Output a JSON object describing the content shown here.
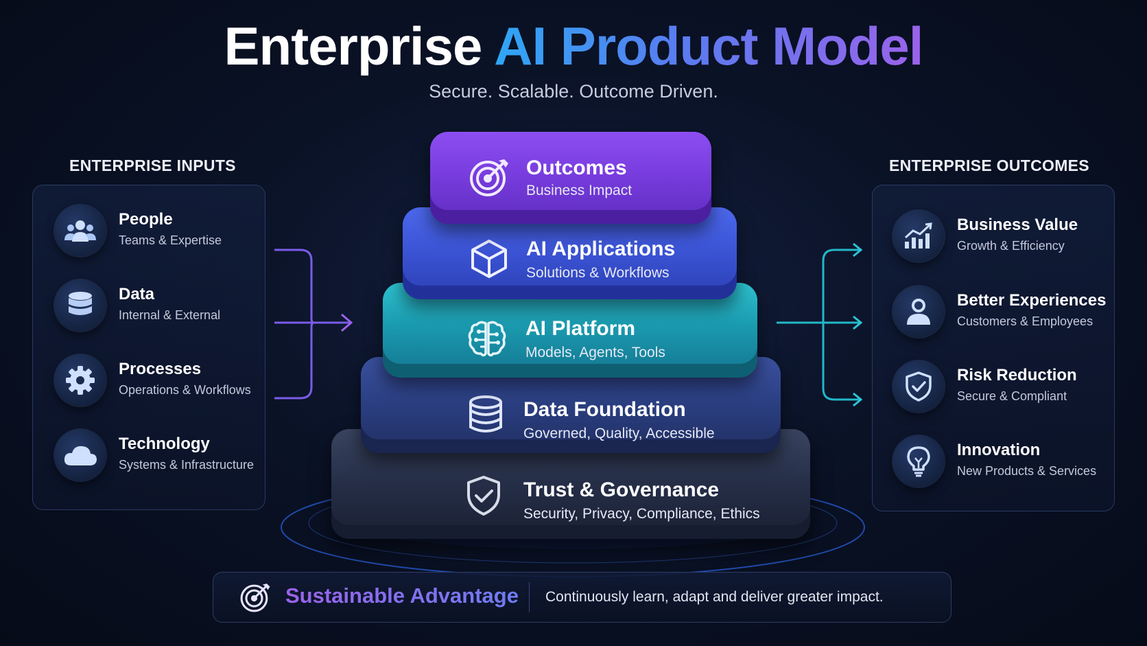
{
  "title": {
    "part1": "Enterprise",
    "part2": "AI Product Model"
  },
  "subtitle": "Secure. Scalable. Outcome Driven.",
  "inputs": {
    "heading": "ENTERPRISE INPUTS",
    "items": [
      {
        "name": "People",
        "desc": "Teams & Expertise",
        "icon": "people-icon"
      },
      {
        "name": "Data",
        "desc": "Internal & External",
        "icon": "database-icon"
      },
      {
        "name": "Processes",
        "desc": "Operations & Workflows",
        "icon": "gear-icon"
      },
      {
        "name": "Technology",
        "desc": "Systems & Infrastructure",
        "icon": "cloud-icon"
      }
    ]
  },
  "outcomes": {
    "heading": "ENTERPRISE OUTCOMES",
    "items": [
      {
        "name": "Business Value",
        "desc": "Growth & Efficiency",
        "icon": "growth-chart-icon"
      },
      {
        "name": "Better Experiences",
        "desc": "Customers & Employees",
        "icon": "user-icon"
      },
      {
        "name": "Risk Reduction",
        "desc": "Secure & Compliant",
        "icon": "shield-check-icon"
      },
      {
        "name": "Innovation",
        "desc": "New Products & Services",
        "icon": "lightbulb-icon"
      }
    ]
  },
  "pyramid": [
    {
      "name": "Outcomes",
      "desc": "Business Impact",
      "icon": "target-icon",
      "color": "#7a3ee0"
    },
    {
      "name": "AI Applications",
      "desc": "Solutions & Workflows",
      "icon": "cube-icon",
      "color": "#3d56d8"
    },
    {
      "name": "AI Platform",
      "desc": "Models, Agents, Tools",
      "icon": "brain-icon",
      "color": "#1b9cb0"
    },
    {
      "name": "Data Foundation",
      "desc": "Governed, Quality, Accessible",
      "icon": "database-icon",
      "color": "#2b3f82"
    },
    {
      "name": "Trust & Governance",
      "desc": "Security, Privacy, Compliance, Ethics",
      "icon": "shield-check-icon",
      "color": "#262f48"
    }
  ],
  "footer": {
    "title": "Sustainable Advantage",
    "desc": "Continuously learn, adapt and deliver greater impact.",
    "icon": "target-icon"
  },
  "colors": {
    "purple": "#9a63ea",
    "blue": "#2fa6f5",
    "teal": "#2ec4d3",
    "panel_border": "#2a3a63"
  }
}
